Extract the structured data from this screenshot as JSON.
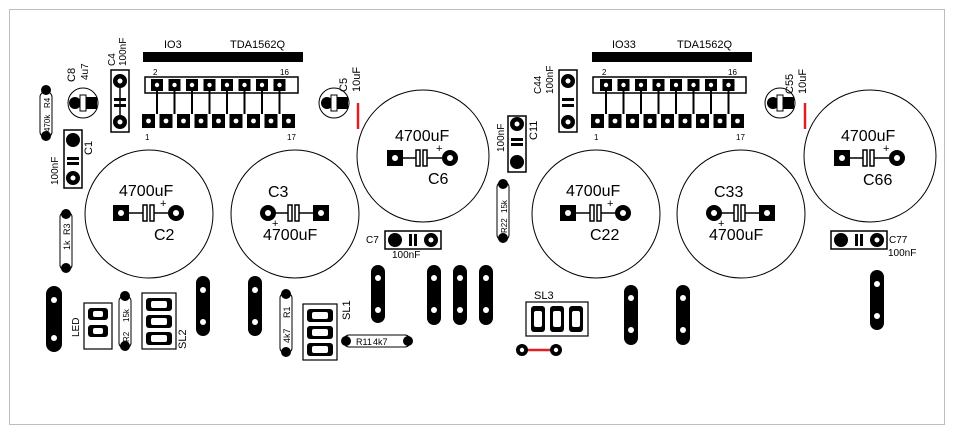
{
  "ics": [
    {
      "ref": "IO3",
      "part": "TDA1562Q",
      "pin_left_top": "2",
      "pin_right_top": "16",
      "pin_left_bottom": "1",
      "pin_right_bottom": "17"
    },
    {
      "ref": "IO33",
      "part": "TDA1562Q",
      "pin_left_top": "2",
      "pin_right_top": "16",
      "pin_left_bottom": "1",
      "pin_right_bottom": "17"
    }
  ],
  "big_caps": [
    {
      "ref": "C2",
      "value": "4700uF"
    },
    {
      "ref": "C3",
      "value": "4700uF"
    },
    {
      "ref": "C6",
      "value": "4700uF"
    },
    {
      "ref": "C22",
      "value": "4700uF"
    },
    {
      "ref": "C33",
      "value": "4700uF"
    },
    {
      "ref": "C66",
      "value": "4700uF"
    }
  ],
  "small_parts": {
    "c4": {
      "ref": "C4",
      "value": "100nF"
    },
    "c8": {
      "ref": "C8",
      "value": "4u7"
    },
    "c5": {
      "ref": "C5",
      "value": "10uF"
    },
    "r4": {
      "ref": "R4",
      "value": "470k"
    },
    "c1": {
      "ref": "C1",
      "value": "100nF"
    },
    "r3": {
      "ref": "R3",
      "value": "1k"
    },
    "c7": {
      "ref": "C7",
      "value": "100nF"
    },
    "c44": {
      "ref": "C44",
      "value": "100nF"
    },
    "c55": {
      "ref": "C55",
      "value": "10uF"
    },
    "c11": {
      "ref": "C11",
      "value": "100nF"
    },
    "r22": {
      "ref": "R22",
      "value": "15k"
    },
    "c77": {
      "ref": "C77",
      "value": "100nF"
    },
    "r2": {
      "ref": "R2",
      "value": "15k"
    },
    "r1": {
      "ref": "R1",
      "value": "4k7"
    },
    "r11": {
      "ref": "R11",
      "value": "4k7"
    },
    "led": {
      "ref": "LED"
    }
  },
  "connectors": [
    {
      "ref": "SL2"
    },
    {
      "ref": "SL1"
    },
    {
      "ref": "SL3"
    }
  ],
  "colors": {
    "copper": "#000000",
    "jumper": "#e02020",
    "frame": "#bdbdbd",
    "board": "#ffffff"
  }
}
